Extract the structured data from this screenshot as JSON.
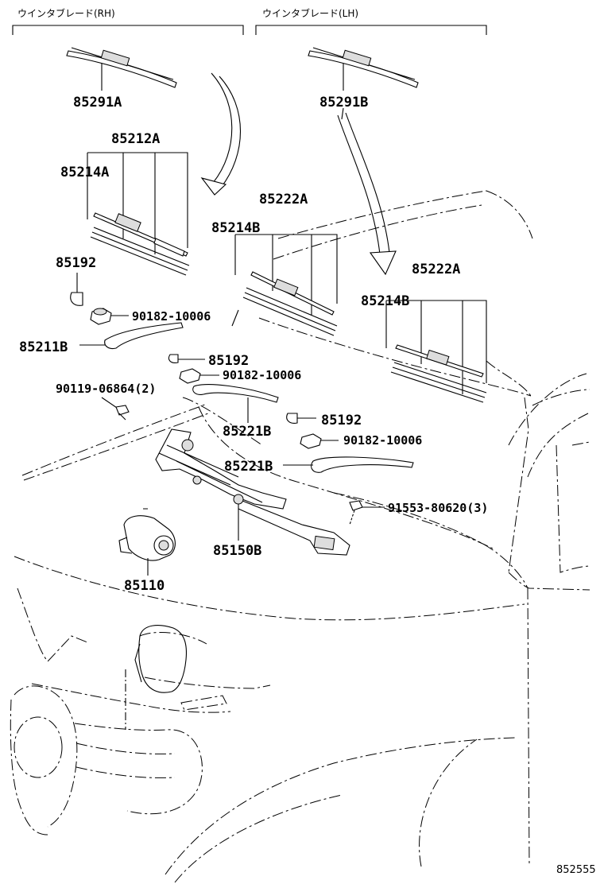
{
  "headers": {
    "rh": "ウインタブレード(RH)",
    "lh": "ウインタブレード(LH)"
  },
  "labels": {
    "p85291A": "85291A",
    "p85291B": "85291B",
    "p85212A": "85212A",
    "p85214A": "85214A",
    "p85222A_1": "85222A",
    "p85214B_1": "85214B",
    "p85222A_2": "85222A",
    "p85214B_2": "85214B",
    "p85192_1": "85192",
    "p90182_1": "90182-10006",
    "p85211B": "85211B",
    "p85192_2": "85192",
    "p90182_2": "90182-10006",
    "p90119": "90119-06864(2)",
    "p85221B_1": "85221B",
    "p85192_3": "85192",
    "p90182_3": "90182-10006",
    "p85221B_2": "85221B",
    "p91553": "91553-80620(3)",
    "p85150B": "85150B",
    "p85110": "85110"
  },
  "diagram_id": "852555"
}
